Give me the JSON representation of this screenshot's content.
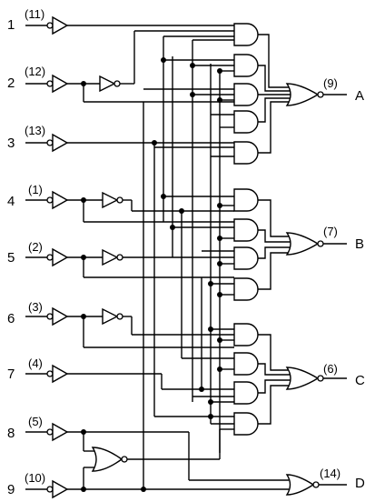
{
  "inputs": [
    {
      "num": "1",
      "pin": "(11)"
    },
    {
      "num": "2",
      "pin": "(12)"
    },
    {
      "num": "3",
      "pin": "(13)"
    },
    {
      "num": "4",
      "pin": "(1)"
    },
    {
      "num": "5",
      "pin": "(2)"
    },
    {
      "num": "6",
      "pin": "(3)"
    },
    {
      "num": "7",
      "pin": "(4)"
    },
    {
      "num": "8",
      "pin": "(5)"
    },
    {
      "num": "9",
      "pin": "(10)"
    }
  ],
  "outputs": [
    {
      "name": "A",
      "pin": "(9)"
    },
    {
      "name": "B",
      "pin": "(7)"
    },
    {
      "name": "C",
      "pin": "(6)"
    },
    {
      "name": "D",
      "pin": "(14)"
    }
  ]
}
